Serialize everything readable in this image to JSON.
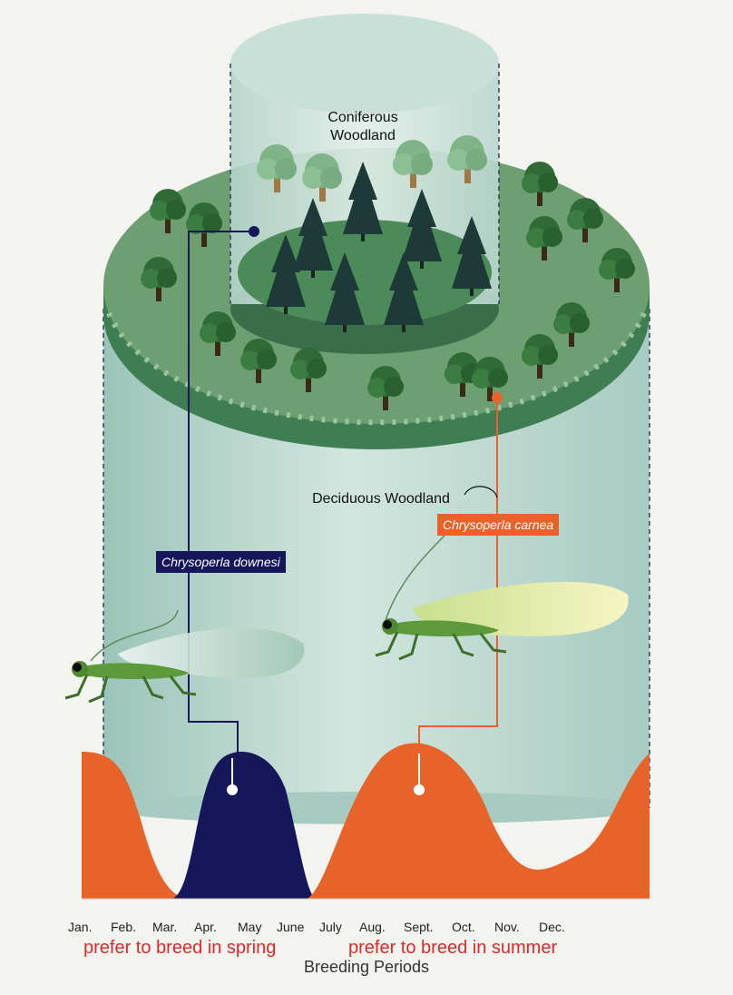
{
  "diagram": {
    "regions": {
      "coniferous_line1": "Coniferous",
      "coniferous_line2": "Woodland",
      "deciduous": "Deciduous Woodland"
    },
    "species": [
      {
        "name": "Chrysoperla downesi",
        "color": "#16165a"
      },
      {
        "name": "Chrysoperla carnea",
        "color": "#e8632a"
      }
    ],
    "notes": {
      "spring": "prefer to breed in spring",
      "summer": "prefer to breed in summer"
    },
    "axis": {
      "title": "Breeding Periods",
      "months": [
        "Jan.",
        "Feb.",
        "Mar.",
        "Apr.",
        "May",
        "June",
        "July",
        "Aug.",
        "Sept.",
        "Oct.",
        "Nov.",
        "Dec."
      ]
    },
    "colors": {
      "cylinder": "#b8d6cc",
      "disc_top": "#6e9f72",
      "tree_leaf": "#2f6a37",
      "conifer": "#1d3a38",
      "downesi": "#16165a",
      "carnea": "#e8632a"
    }
  }
}
